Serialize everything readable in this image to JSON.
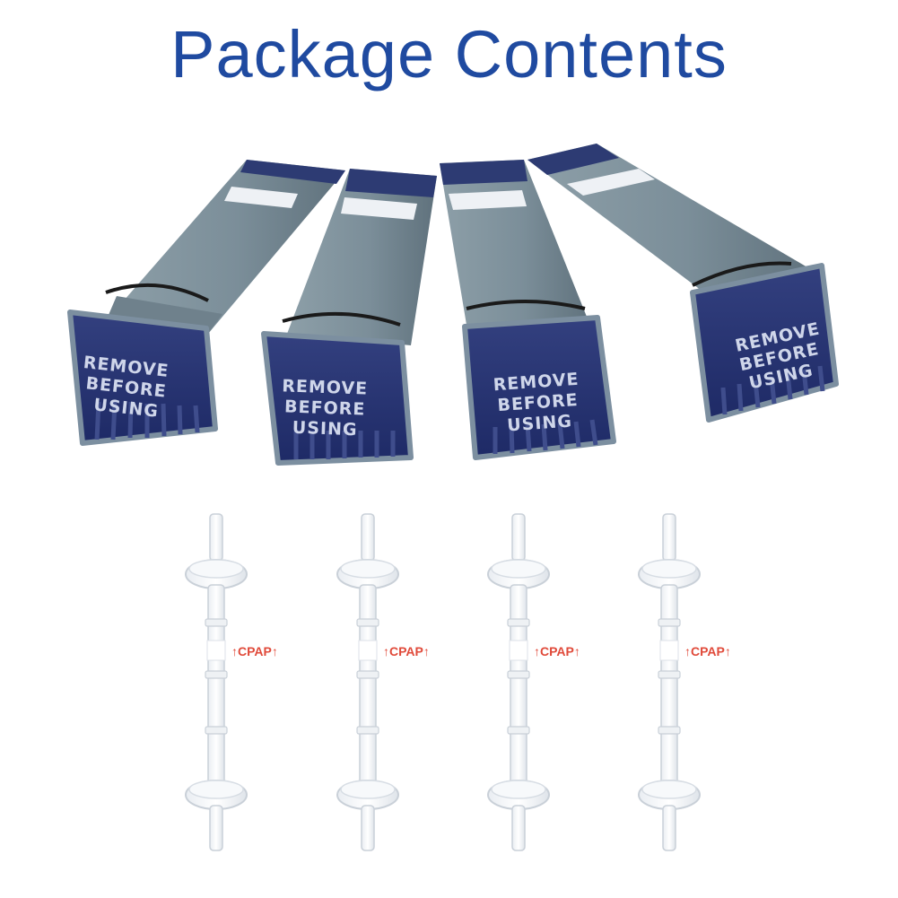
{
  "title": "Package Contents",
  "colors": {
    "title": "#1f4aa0",
    "box_body": "#7f929c",
    "box_top": "#2d3b73",
    "cap": "#243275",
    "cpap_label": "#e04a3a"
  },
  "boxes": [
    {
      "cap_lines": [
        "REMOVE",
        "BEFORE",
        "USING"
      ]
    },
    {
      "cap_lines": [
        "REMOVE",
        "BEFORE",
        "USING"
      ]
    },
    {
      "cap_lines": [
        "REMOVE",
        "BEFORE",
        "USING"
      ]
    },
    {
      "cap_lines": [
        "REMOVE",
        "BEFORE",
        "USING"
      ]
    }
  ],
  "filters": [
    {
      "label": "↑CPAP↑"
    },
    {
      "label": "↑CPAP↑"
    },
    {
      "label": "↑CPAP↑"
    },
    {
      "label": "↑CPAP↑"
    }
  ]
}
